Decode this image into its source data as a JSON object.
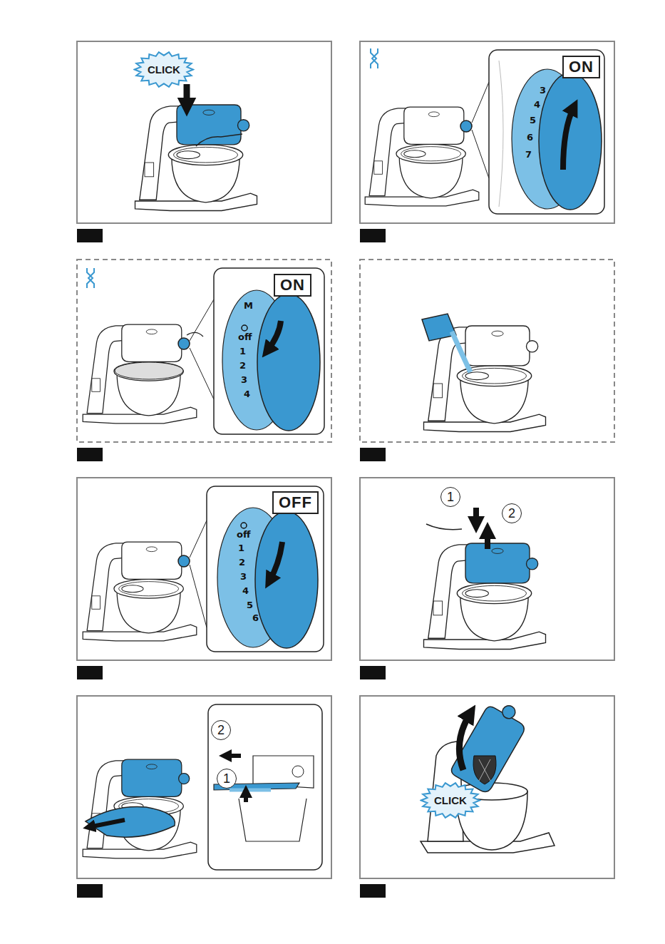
{
  "diagram": {
    "nodes": [
      {
        "text": [
          "CLICK"
        ]
      },
      {
        "text": [
          "ON"
        ]
      },
      {
        "text": [
          "ON"
        ]
      },
      {
        "text": [
          "OFF"
        ]
      },
      {
        "text": [
          "1"
        ]
      },
      {
        "text": [
          "2"
        ]
      },
      {
        "text": [
          "2"
        ]
      },
      {
        "text": [
          "1"
        ]
      },
      {
        "text": [
          "CLICK"
        ]
      }
    ],
    "labels": [
      "3",
      "4",
      "5",
      "6",
      "7",
      "M",
      "off",
      "1",
      "2",
      "3",
      "4",
      "off",
      "1",
      "2",
      "3",
      "4",
      "5",
      "6"
    ]
  }
}
